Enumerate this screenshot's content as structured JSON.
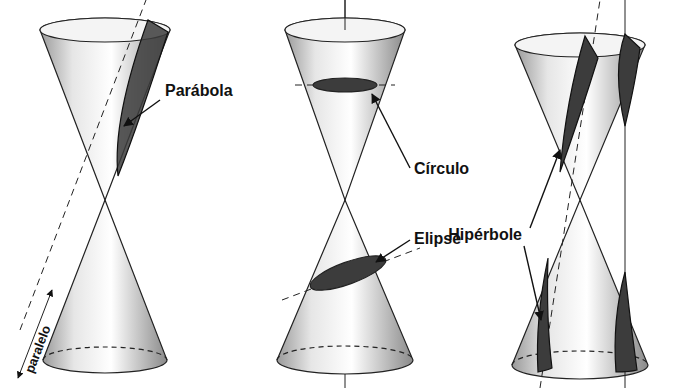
{
  "diagram": {
    "labels": [
      "Parábola",
      "Círculo",
      "Elipse",
      "Hipérbole",
      "paralelo"
    ]
  }
}
